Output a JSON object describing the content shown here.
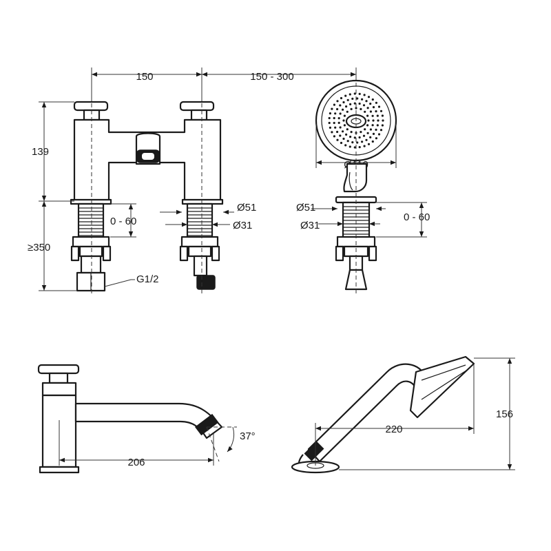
{
  "dimensions": {
    "d150": "150",
    "d150_300": "150 - 300",
    "d139": "139",
    "d0_60_left": "0 - 60",
    "d350": "≥350",
    "g12": "G1/2",
    "d51_left": "Ø51",
    "d31_left": "Ø31",
    "d110": "Ø110",
    "d51_right": "Ø51",
    "d31_right": "Ø31",
    "d0_60_right": "0 - 60",
    "d206": "206",
    "a37": "37°",
    "d220": "220",
    "d156": "156"
  }
}
